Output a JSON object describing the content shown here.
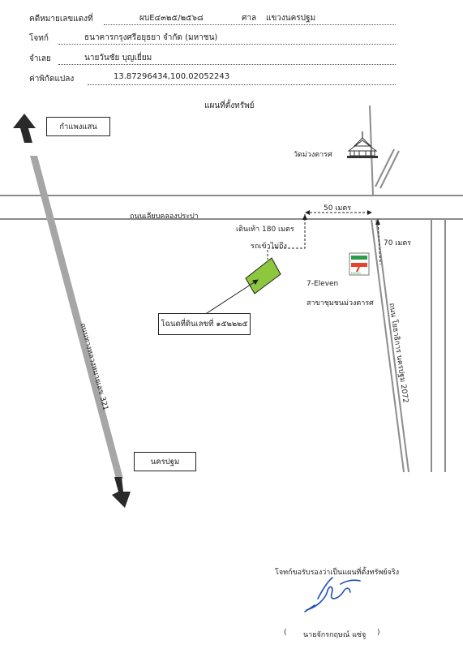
{
  "header": {
    "case_label": "คดีหมายเลขแดงที่",
    "case_value": "ผบE๔๓๒๕/๒๕๖๘",
    "court_label": "ศาล",
    "court_value": "แขวงนครปฐม",
    "plaintiff_label": "โจทก์",
    "plaintiff_value": "ธนาคารกรุงศรีอยุธยา จำกัด (มหาชน)",
    "defendant_label": "จำเลย",
    "defendant_value": "นายวันชัย บุญเยี่ยม",
    "coords_label": "ค่าพิกัดแปลง",
    "coords_value": "13.87296434,100.02052243"
  },
  "map": {
    "title": "แผนที่ตั้งทรัพย์",
    "kamphaeng_saen": "กำแพงแสน",
    "nakhon_pathom": "นครปฐม",
    "temple": "วัดม่วงตารศ",
    "road_main": "ถนนเลียบคลองประปา",
    "dist_50": "50 เมตร",
    "dist_70": "70 เมตร",
    "walk_180": "เดินเท้า 180 เมตร",
    "no_car": "รถเข้าไม่ถึง",
    "seven_name": "7-Eleven",
    "seven_branch": "สาขาชุมชนม่วงตารศ",
    "highway_321": "ถนนทางหลวงหมายเลข 321",
    "road_2072": "ถนน โยธาธิการ นครปฐม 2072",
    "deed": "โฉนดที่ดินเลขที่ ๑๕๒๒๒๕",
    "seven_logo_text": "ELEVEn"
  },
  "footer": {
    "certify": "โจทก์ขอรับรองว่าเป็นแผนที่ตั้งทรัพย์จริง",
    "open_paren": "(",
    "signer": "นายจักรกฤษณ์ แซ่จู",
    "close_paren": ")"
  },
  "colors": {
    "parcel_fill": "#8dc63f",
    "ink": "#222222",
    "road_gray": "#8c8c8c",
    "signature": "#1f4fb4"
  }
}
